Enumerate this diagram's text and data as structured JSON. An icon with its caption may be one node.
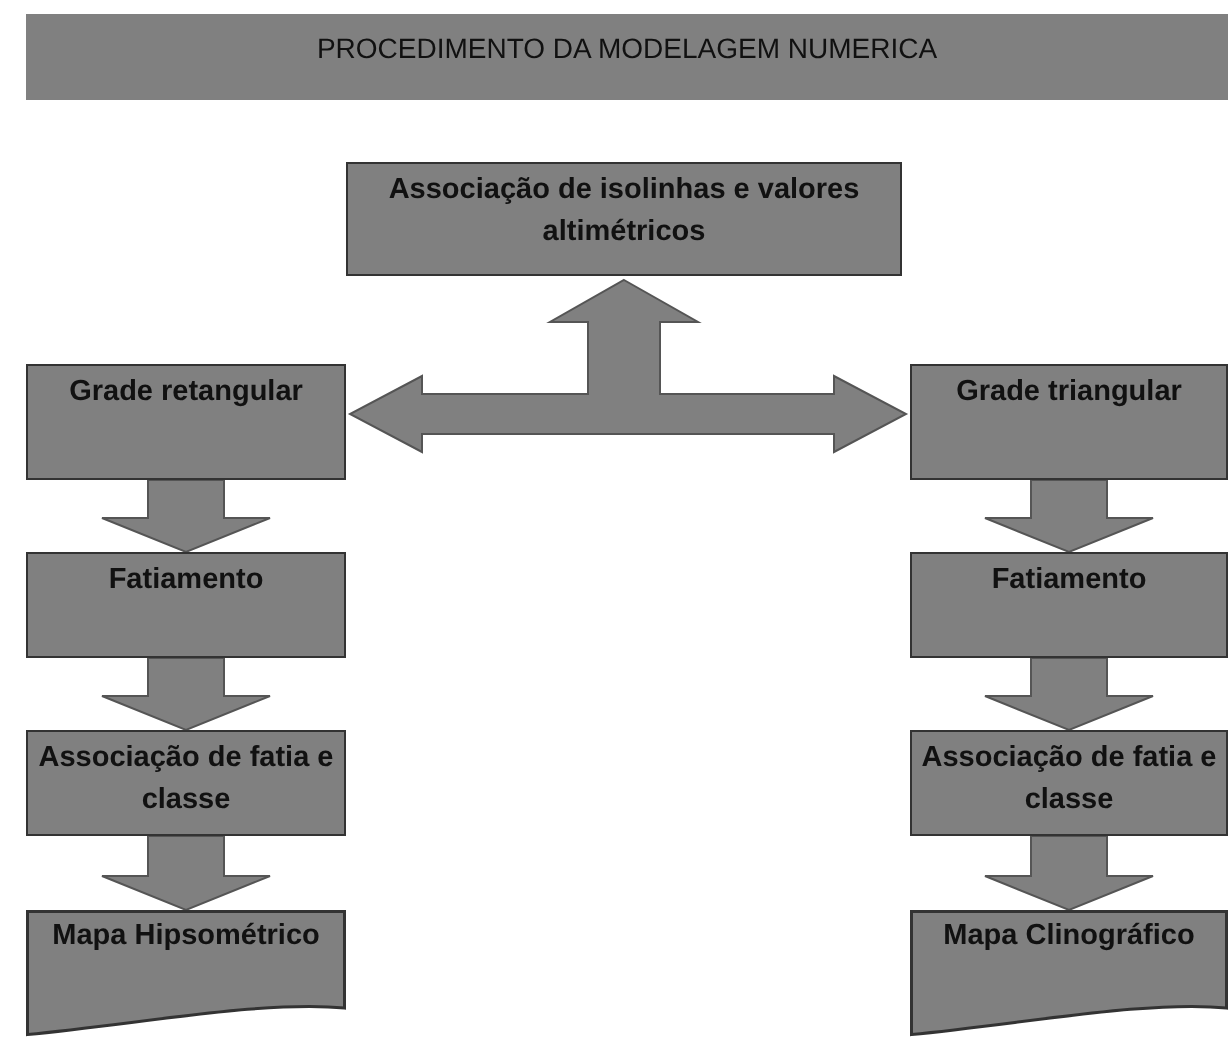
{
  "diagram": {
    "title": "PROCEDIMENTO DA MODELAGEM NUMERICA",
    "nodes": [
      {
        "text": [
          "Associação de isolinhas e valores altimétricos"
        ]
      },
      {
        "text": [
          "Grade retangular"
        ]
      },
      {
        "text": [
          "Fatiamento"
        ]
      },
      {
        "text": [
          "Associação de fatia e classe"
        ]
      },
      {
        "text": [
          "Mapa Hipsométrico"
        ]
      },
      {
        "text": [
          "Grade triangular"
        ]
      },
      {
        "text": [
          "Fatiamento"
        ]
      },
      {
        "text": [
          "Associação de fatia e classe"
        ]
      },
      {
        "text": [
          "Mapa Clinográfico"
        ]
      }
    ],
    "edges": [
      {
        "from": 0,
        "to": 1,
        "arrow": "both"
      },
      {
        "from": 0,
        "to": 5,
        "arrow": "both"
      },
      {
        "from": 1,
        "to": 2,
        "arrow": "to"
      },
      {
        "from": 2,
        "to": 3,
        "arrow": "to"
      },
      {
        "from": 3,
        "to": 4,
        "arrow": "to"
      },
      {
        "from": 5,
        "to": 6,
        "arrow": "to"
      },
      {
        "from": 6,
        "to": 7,
        "arrow": "to"
      },
      {
        "from": 7,
        "to": 8,
        "arrow": "to"
      }
    ]
  }
}
